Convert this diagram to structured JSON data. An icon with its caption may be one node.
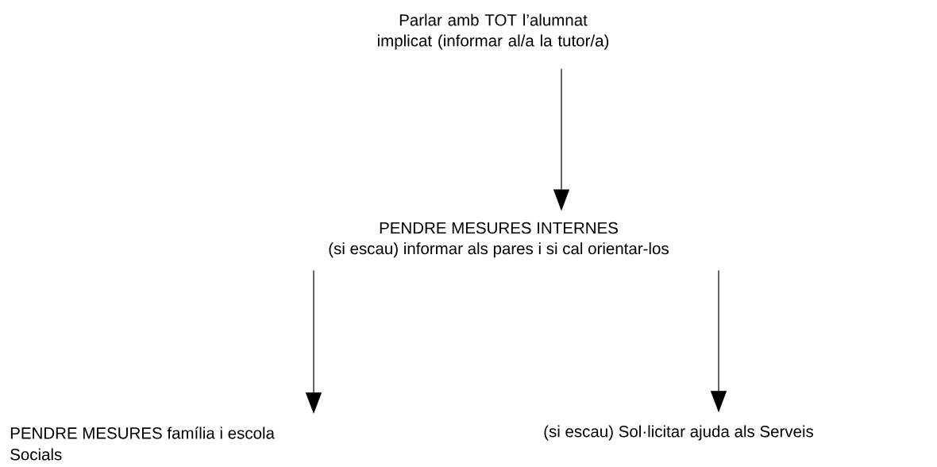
{
  "diagram": {
    "nodes": [
      {
        "text": [
          "Parlar amb TOT l’alumnat implicat (informar al/a la tutor/a)"
        ]
      },
      {
        "text": [
          "PENDRE MESURES INTERNES",
          "(si escau) informar als pares i si cal orientar-los"
        ]
      },
      {
        "text": [
          "PENDRE MESURES família i escola"
        ]
      },
      {
        "text": [
          "(si escau) Sol·licitar ajuda als Serveis"
        ]
      }
    ],
    "edges": [
      {
        "from": 0,
        "to": 1,
        "arrow": "to"
      },
      {
        "from": 1,
        "to": 2,
        "arrow": "to"
      },
      {
        "from": 1,
        "to": 3,
        "arrow": "to"
      }
    ],
    "labels": [
      "Socials"
    ]
  }
}
